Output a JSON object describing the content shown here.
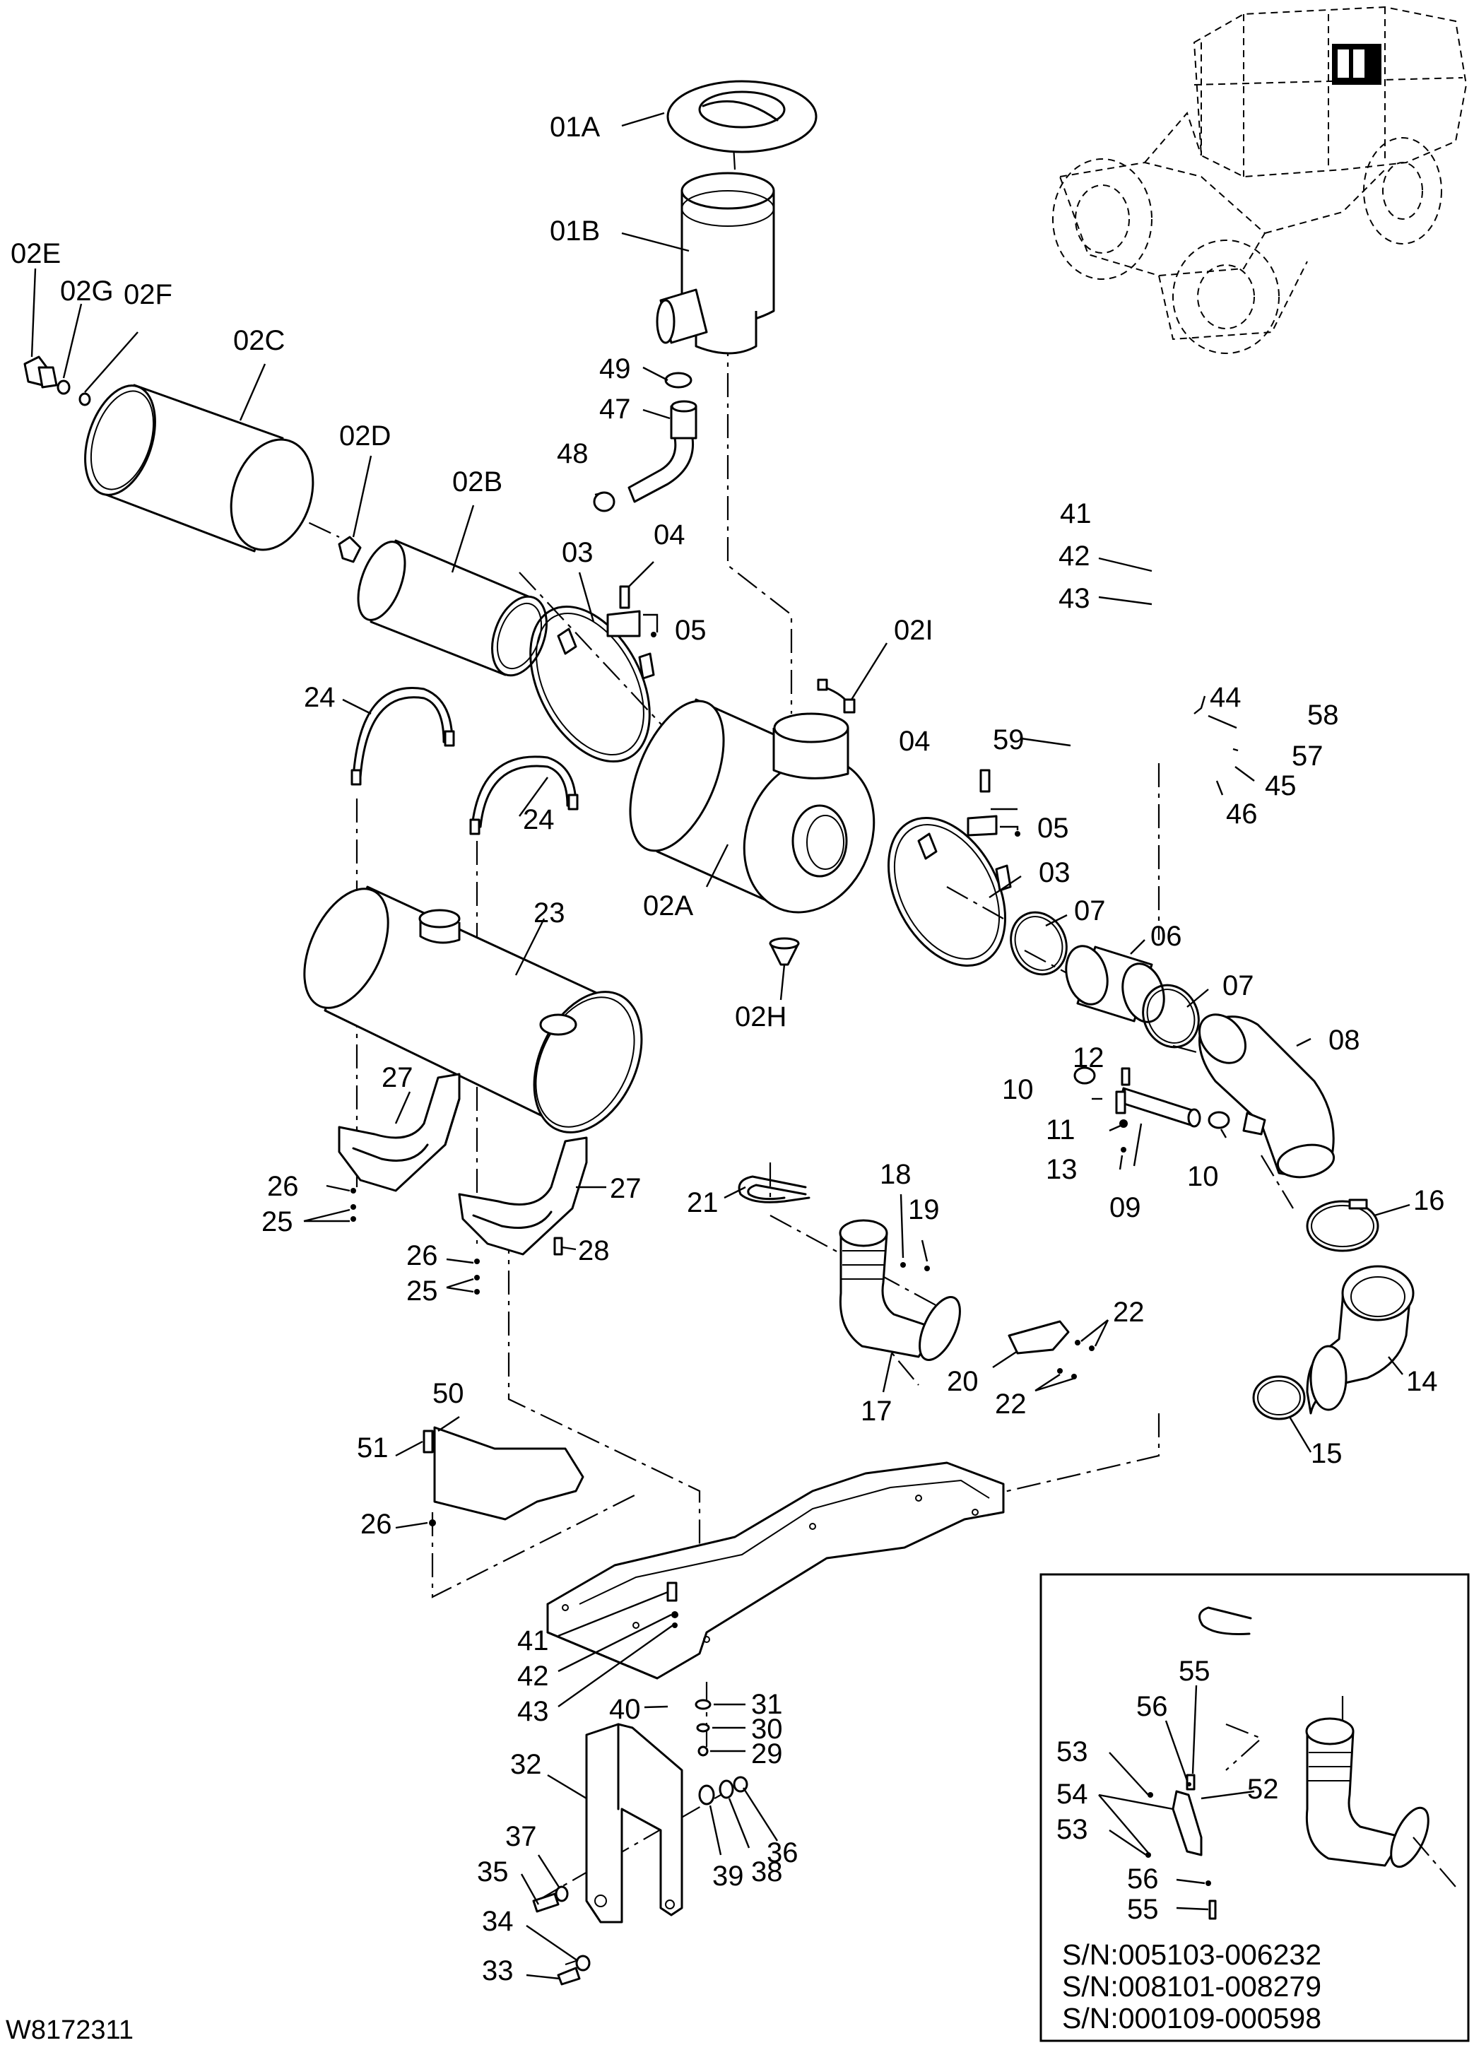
{
  "drawing_number": "W8172311",
  "serial_numbers": [
    "S/N:005103-006232",
    "S/N:008101-008279",
    "S/N:000109-000598"
  ],
  "part_labels": [
    {
      "id": "01A",
      "text": "01A"
    },
    {
      "id": "01B",
      "text": "01B"
    },
    {
      "id": "02E",
      "text": "02E"
    },
    {
      "id": "02G",
      "text": "02G"
    },
    {
      "id": "02F",
      "text": "02F"
    },
    {
      "id": "02C",
      "text": "02C"
    },
    {
      "id": "02D",
      "text": "02D"
    },
    {
      "id": "02B",
      "text": "02B"
    },
    {
      "id": "49",
      "text": "49"
    },
    {
      "id": "47",
      "text": "47"
    },
    {
      "id": "48",
      "text": "48"
    },
    {
      "id": "03a",
      "text": "03"
    },
    {
      "id": "04a",
      "text": "04"
    },
    {
      "id": "05a",
      "text": "05"
    },
    {
      "id": "02I",
      "text": "02I"
    },
    {
      "id": "41a",
      "text": "41"
    },
    {
      "id": "42a",
      "text": "42"
    },
    {
      "id": "43a",
      "text": "43"
    },
    {
      "id": "44",
      "text": "44"
    },
    {
      "id": "58",
      "text": "58"
    },
    {
      "id": "57",
      "text": "57"
    },
    {
      "id": "45",
      "text": "45"
    },
    {
      "id": "46",
      "text": "46"
    },
    {
      "id": "59",
      "text": "59"
    },
    {
      "id": "04b",
      "text": "04"
    },
    {
      "id": "05b",
      "text": "05"
    },
    {
      "id": "24a",
      "text": "24"
    },
    {
      "id": "24b",
      "text": "24"
    },
    {
      "id": "02A",
      "text": "02A"
    },
    {
      "id": "03b",
      "text": "03"
    },
    {
      "id": "07a",
      "text": "07"
    },
    {
      "id": "06",
      "text": "06"
    },
    {
      "id": "07b",
      "text": "07"
    },
    {
      "id": "23",
      "text": "23"
    },
    {
      "id": "02H",
      "text": "02H"
    },
    {
      "id": "08",
      "text": "08"
    },
    {
      "id": "12",
      "text": "12"
    },
    {
      "id": "10a",
      "text": "10"
    },
    {
      "id": "11",
      "text": "11"
    },
    {
      "id": "13",
      "text": "13"
    },
    {
      "id": "10b",
      "text": "10"
    },
    {
      "id": "09",
      "text": "09"
    },
    {
      "id": "27a",
      "text": "27"
    },
    {
      "id": "26a",
      "text": "26"
    },
    {
      "id": "25a",
      "text": "25"
    },
    {
      "id": "27b",
      "text": "27"
    },
    {
      "id": "28",
      "text": "28"
    },
    {
      "id": "26b",
      "text": "26"
    },
    {
      "id": "25b",
      "text": "25"
    },
    {
      "id": "21",
      "text": "21"
    },
    {
      "id": "18",
      "text": "18"
    },
    {
      "id": "19",
      "text": "19"
    },
    {
      "id": "16",
      "text": "16"
    },
    {
      "id": "22a",
      "text": "22"
    },
    {
      "id": "20",
      "text": "20"
    },
    {
      "id": "22b",
      "text": "22"
    },
    {
      "id": "17",
      "text": "17"
    },
    {
      "id": "14",
      "text": "14"
    },
    {
      "id": "15",
      "text": "15"
    },
    {
      "id": "50",
      "text": "50"
    },
    {
      "id": "51",
      "text": "51"
    },
    {
      "id": "26c",
      "text": "26"
    },
    {
      "id": "41b",
      "text": "41"
    },
    {
      "id": "42b",
      "text": "42"
    },
    {
      "id": "43b",
      "text": "43"
    },
    {
      "id": "40",
      "text": "40"
    },
    {
      "id": "31",
      "text": "31"
    },
    {
      "id": "30",
      "text": "30"
    },
    {
      "id": "29",
      "text": "29"
    },
    {
      "id": "32",
      "text": "32"
    },
    {
      "id": "37",
      "text": "37"
    },
    {
      "id": "36",
      "text": "36"
    },
    {
      "id": "35",
      "text": "35"
    },
    {
      "id": "39",
      "text": "39"
    },
    {
      "id": "38",
      "text": "38"
    },
    {
      "id": "34",
      "text": "34"
    },
    {
      "id": "33",
      "text": "33"
    },
    {
      "id": "55a",
      "text": "55"
    },
    {
      "id": "56a",
      "text": "56"
    },
    {
      "id": "53a",
      "text": "53"
    },
    {
      "id": "54",
      "text": "54"
    },
    {
      "id": "52",
      "text": "52"
    },
    {
      "id": "53b",
      "text": "53"
    },
    {
      "id": "56b",
      "text": "56"
    },
    {
      "id": "55b",
      "text": "55"
    }
  ]
}
